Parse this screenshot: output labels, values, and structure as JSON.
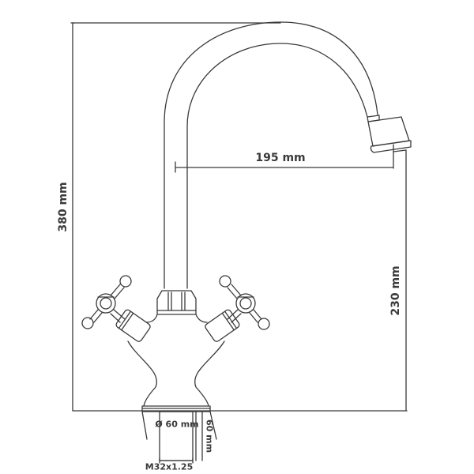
{
  "diagram": {
    "subject": "Mixer tap (monobloc faucet) with gooseneck spout and cross handles",
    "dimensions": {
      "total_height": "380 mm",
      "spout_height": "230 mm",
      "spout_reach": "195 mm",
      "base_diameter": "Ø 60 mm",
      "thread_length": "60 mm",
      "thread": "M32x1.25"
    },
    "colors": {
      "line": "#3a3a3a",
      "background": "#ffffff"
    }
  }
}
